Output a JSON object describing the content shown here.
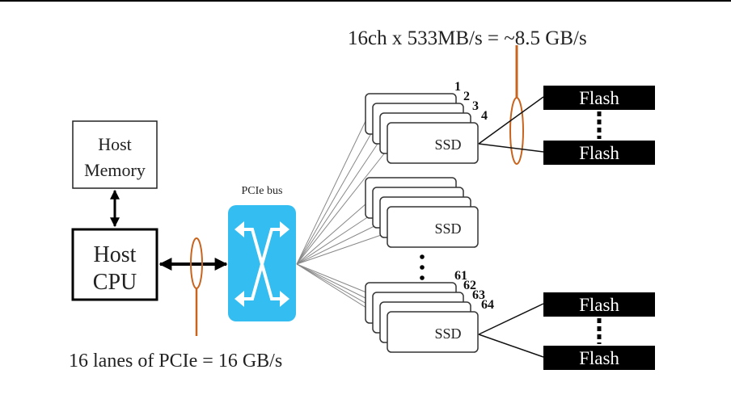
{
  "diagram": {
    "title_top": "16ch x 533MB/s = ~8.5 GB/s",
    "title_bottom": "16 lanes of PCIe = 16 GB/s",
    "host_memory": {
      "line1": "Host",
      "line2": "Memory"
    },
    "host_cpu": {
      "line1": "Host",
      "line2": "CPU"
    },
    "pcie_switch": {
      "label": "PCIe bus",
      "color": "#33bdf0",
      "icon": "switch-cross-arrows-icon"
    },
    "ssd_label": "SSD",
    "ssd_groups": [
      {
        "numbers": [
          "1",
          "2",
          "3",
          "4"
        ]
      },
      {
        "numbers": []
      },
      {
        "numbers": [
          "61",
          "62",
          "63",
          "64"
        ]
      }
    ],
    "flash_label": "Flash",
    "flash_groups": [
      {
        "items": [
          "Flash",
          "Flash"
        ]
      },
      {
        "items": [
          "Flash",
          "Flash"
        ]
      }
    ],
    "accent_color": "#c8641e",
    "flash_color": "#000000"
  }
}
